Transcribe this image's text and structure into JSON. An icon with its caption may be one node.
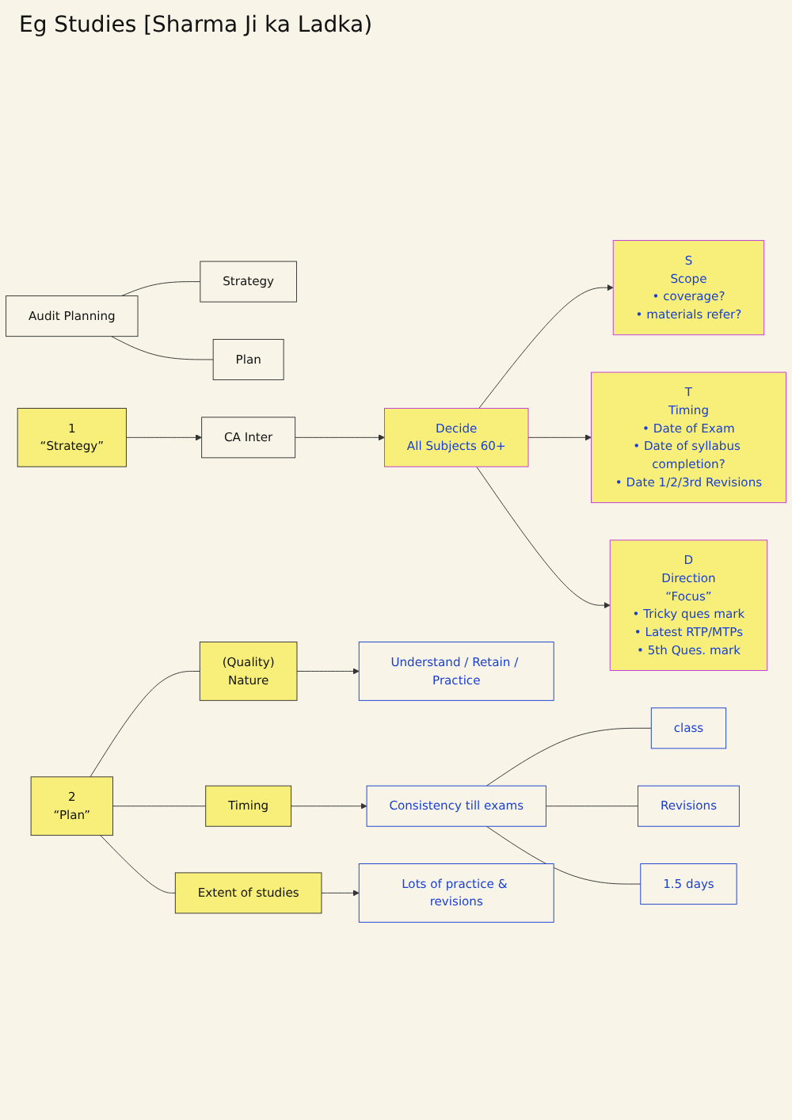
{
  "diagram": {
    "nodes": [
      {
        "text": [
          "Audit Planning"
        ]
      },
      {
        "text": [
          "Strategy"
        ]
      },
      {
        "text": [
          "Plan"
        ]
      },
      {
        "text": [
          "1",
          "“Strategy”"
        ]
      },
      {
        "text": [
          "CA Inter"
        ]
      },
      {
        "text": [
          "Decide",
          "All Subjects 60+"
        ]
      },
      {
        "text": [
          "S",
          "Scope",
          "• coverage?",
          "• materials refer?"
        ]
      },
      {
        "text": [
          "T",
          "Timing",
          "• Date of Exam",
          "• Date of syllabus completion?",
          "• Date 1/2/3rd Revisions"
        ]
      },
      {
        "text": [
          "D",
          "Direction",
          "“Focus”",
          "• Tricky ques mark",
          "• Latest RTP/MTPs",
          "• 5th Ques. mark"
        ]
      },
      {
        "text": [
          "2",
          "“Plan”"
        ]
      },
      {
        "text": [
          "(Quality)",
          "Nature"
        ]
      },
      {
        "text": [
          "Timing"
        ]
      },
      {
        "text": [
          "Extent of studies"
        ]
      },
      {
        "text": [
          "Understand / Retain / Practice"
        ]
      },
      {
        "text": [
          "Consistency till exams"
        ]
      },
      {
        "text": [
          "class"
        ]
      },
      {
        "text": [
          "Revisions"
        ]
      },
      {
        "text": [
          "1.5 days"
        ]
      },
      {
        "text": [
          "Lots of practice & revisions"
        ]
      }
    ],
    "edges": [
      {
        "from": 0,
        "to": 1,
        "arrow": "none"
      },
      {
        "from": 0,
        "to": 2,
        "arrow": "none"
      },
      {
        "from": 3,
        "to": 4,
        "arrow": "to"
      },
      {
        "from": 4,
        "to": 5,
        "arrow": "to"
      },
      {
        "from": 5,
        "to": 6,
        "arrow": "to"
      },
      {
        "from": 5,
        "to": 7,
        "arrow": "to"
      },
      {
        "from": 5,
        "to": 8,
        "arrow": "to"
      },
      {
        "from": 9,
        "to": 10,
        "arrow": "none"
      },
      {
        "from": 9,
        "to": 11,
        "arrow": "none"
      },
      {
        "from": 9,
        "to": 12,
        "arrow": "none"
      },
      {
        "from": 10,
        "to": 13,
        "arrow": "to"
      },
      {
        "from": 11,
        "to": 14,
        "arrow": "to"
      },
      {
        "from": 14,
        "to": 15,
        "arrow": "none"
      },
      {
        "from": 14,
        "to": 16,
        "arrow": "none"
      },
      {
        "from": 14,
        "to": 17,
        "arrow": "none"
      },
      {
        "from": 12,
        "to": 18,
        "arrow": "to"
      }
    ],
    "labels": [
      "Eg Studies [Sharma Ji ka Ladka)"
    ]
  }
}
